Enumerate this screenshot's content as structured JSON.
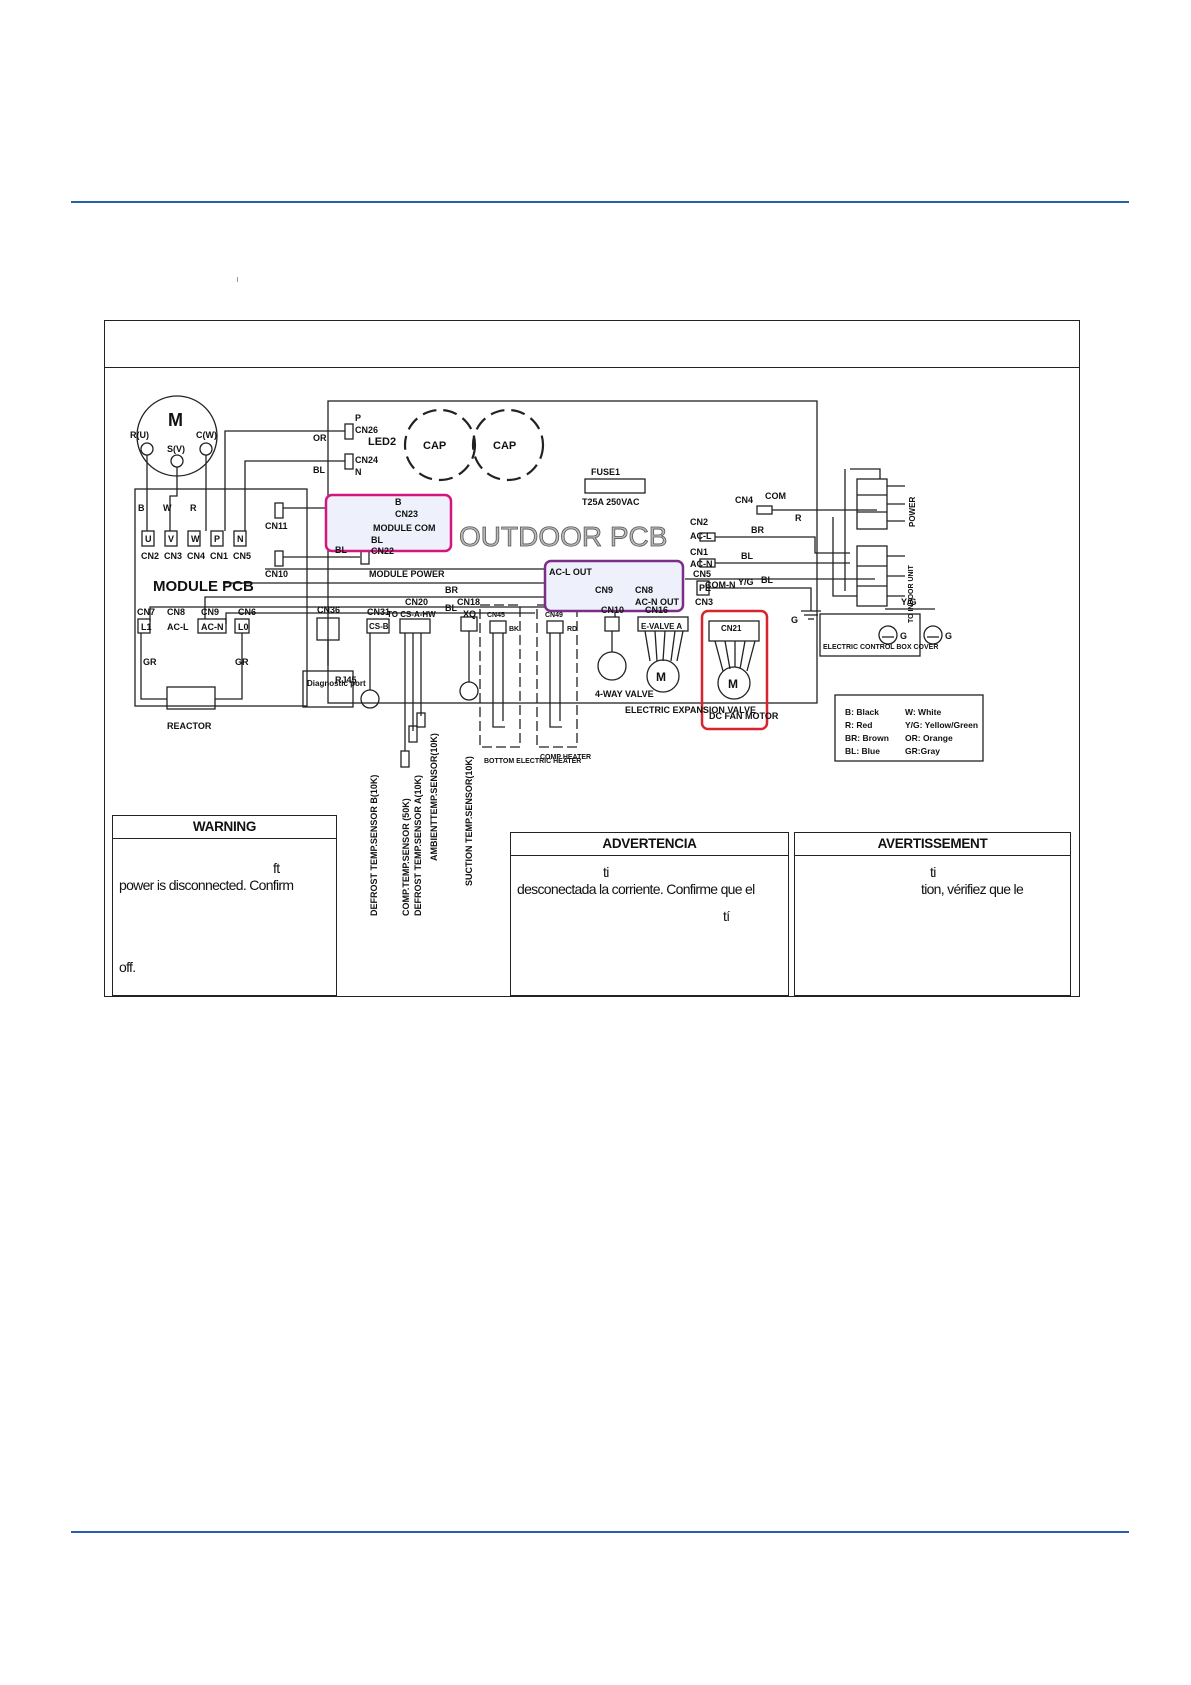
{
  "page": {
    "accent_color": "#2a5fa9"
  },
  "diagram": {
    "outdoor_pcb": "OUTDOOR PCB",
    "module_pcb": "MODULE PCB",
    "compressor": {
      "motor": "M",
      "r": "R(U)",
      "s": "S(V)",
      "c": "C(W)"
    },
    "caps": [
      "CAP",
      "CAP"
    ],
    "fuse": {
      "name": "FUSE1",
      "rating": "T25A 250VAC"
    },
    "connectors": {
      "cn26": "CN26",
      "p": "P",
      "led2": "LED2",
      "cn24": "CN24",
      "n": "N",
      "cn23": "CN23",
      "module_com": "MODULE COM",
      "cn11": "CN11",
      "cn22": "CN22",
      "module_power": "MODULE POWER",
      "cn10a": "CN10",
      "cn4": "CN4",
      "com": "COM",
      "cn2": "CN2",
      "acl": "AC-L",
      "cn1": "CN1",
      "acn": "AC-N",
      "acl_out": "AC-L OUT",
      "cn9": "CN9",
      "cn5": "CN5",
      "comn": "COM-N",
      "cn8": "CN8",
      "acn_out": "AC-N OUT",
      "pe": "PE",
      "cn3": "CN3",
      "cn7": "CN7",
      "l1": "L1",
      "cn6": "CN6",
      "cn9b": "CN9",
      "cn8b": "CN8",
      "l0": "L0",
      "cn36": "CN36",
      "cn31": "CN31",
      "cs": "CS-B",
      "cn20": "CN20",
      "cn20_label": "TO CS-A-HW",
      "cn18": "CN18",
      "xq": "XQ",
      "cn45": "CN45",
      "cn49": "CN49",
      "cn10b": "CN10",
      "cn16": "CN16",
      "evalve": "E-VALVE A",
      "cn21": "CN21"
    },
    "module_pins": [
      "U",
      "V",
      "W",
      "P",
      "N"
    ],
    "module_pin_labels": [
      "CN2",
      "CN3",
      "CN4",
      "CN1",
      "CN5"
    ],
    "wire_colors": {
      "or": "OR",
      "bl": "BL",
      "b": "B",
      "w": "W",
      "r": "R",
      "br": "BR",
      "gr": "GR",
      "yg": "Y/G",
      "rd": "RD",
      "bk": "BK",
      "y": "Y"
    },
    "components": {
      "reactor": "REACTOR",
      "rj45": "RJ45",
      "diag": "Diagnostic port",
      "bottom_heater": "BOTTOM ELECTRIC HEATER",
      "comp_heater": "COMP HEATER",
      "four_way": "4-WAY VALVE",
      "eev": "ELECTRIC EXPANSION VALVE",
      "dc_fan": "DC FAN MOTOR",
      "elec_box": "ELECTRIC CONTROL BOX COVER",
      "g": "G",
      "power": "POWER",
      "indoor": "TO INDOOR UNIT",
      "motor": "M"
    },
    "sensors": [
      "DEFROST TEMP.SENSOR B(10K)",
      "COMP.TEMP.SENSOR (50K)",
      "DEFROST TEMP.SENSOR A(10K)",
      "AMBIENTTEMP.SENSOR(10K)",
      "SUCTION TEMP.SENSOR(10K)"
    ],
    "legend": [
      [
        "B: Black",
        "W: White"
      ],
      [
        "R: Red",
        "Y/G: Yellow/Green"
      ],
      [
        "BR: Brown",
        "OR: Orange"
      ],
      [
        "BL: Blue",
        "GR:Gray"
      ]
    ]
  },
  "warnings": {
    "en": {
      "title": "WARNING",
      "l1": "ft",
      "l2": "power is disconnected. Confirm",
      "l3": "off."
    },
    "es": {
      "title": "ADVERTENCIA",
      "l1": "ti",
      "l2": "desconectada la corriente. Confirme que el",
      "l3": "tí"
    },
    "fr": {
      "title": "AVERTISSEMENT",
      "l1": "ti",
      "l2": "tion, vérifiez que le"
    }
  }
}
